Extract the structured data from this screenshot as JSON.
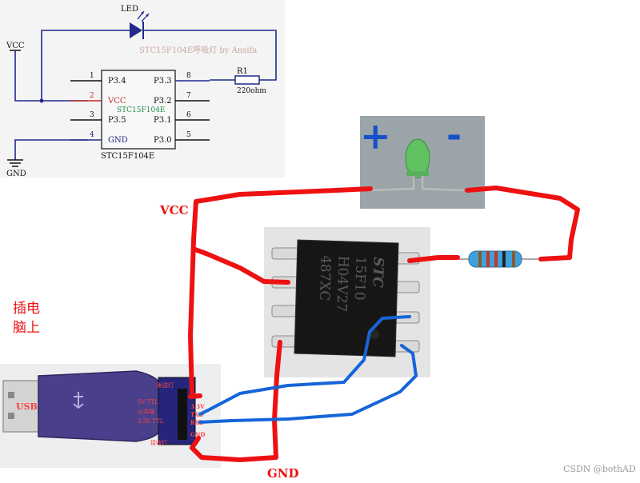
{
  "schematic": {
    "led_label": "LED",
    "title": "STC15F104E呼吸灯 by Ansifa",
    "vcc_label": "VCC",
    "gnd_label": "GND",
    "r_label": "R1",
    "r_value": "220ohm",
    "chip_name": "STC15F104E",
    "chip_label_bottom": "STC15F104E",
    "left_pins": [
      {
        "num": "1",
        "name": "P3.4"
      },
      {
        "num": "2",
        "name": "VCC"
      },
      {
        "num": "3",
        "name": "P3.5"
      },
      {
        "num": "4",
        "name": "GND"
      }
    ],
    "right_pins": [
      {
        "num": "8",
        "name": "P3.3"
      },
      {
        "num": "7",
        "name": "P3.2"
      },
      {
        "num": "6",
        "name": "P3.1"
      },
      {
        "num": "5",
        "name": "P3.0"
      }
    ]
  },
  "photo": {
    "plus_sign": "+",
    "minus_sign": "-",
    "vcc_label": "VCC",
    "gnd_label": "GND",
    "plug_note_line1": "插电",
    "plug_note_line2": "脑上",
    "chip_marking": [
      "STC",
      "15F10",
      "H04V27",
      "487XC"
    ],
    "usb_brand": "USB",
    "usb_pin_labels": [
      "5V",
      "3.3V",
      "TXD",
      "RXD",
      "GND"
    ],
    "usb_side_labels": [
      "发送灯",
      "5V TTL",
      "公共端",
      "3.3V TTL",
      "接收灯"
    ],
    "watermark": "CSDN @bothAD"
  },
  "colors": {
    "wire_red": "#ee1111",
    "wire_blue": "#1565d8",
    "schematic_blue": "#1f2a8a",
    "chip_green_text": "#2a8a4a",
    "pin_red": "#c62828"
  }
}
